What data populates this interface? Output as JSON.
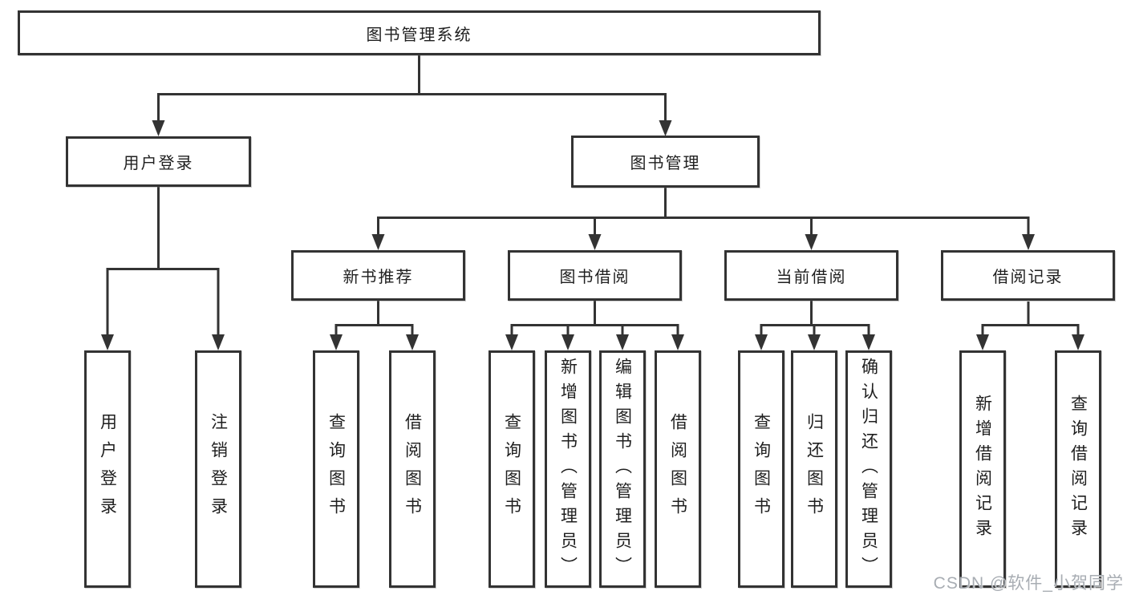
{
  "diagram": {
    "type": "hierarchy-tree",
    "tree": {
      "root": "图书管理系统",
      "branches": [
        {
          "label": "用户登录",
          "children": [
            "用户登录",
            "注销登录"
          ]
        },
        {
          "label": "图书管理",
          "children": [
            {
              "label": "新书推荐",
              "children": [
                "查询图书",
                "借阅图书"
              ]
            },
            {
              "label": "图书借阅",
              "children": [
                "查询图书",
                "新增图书（管理员）",
                "编辑图书（管理员）",
                "借阅图书"
              ]
            },
            {
              "label": "当前借阅",
              "children": [
                "查询图书",
                "归还图书",
                "确认归还（管理员）"
              ]
            },
            {
              "label": "借阅记录",
              "children": [
                "新增借阅记录",
                "查询借阅记录"
              ]
            }
          ]
        }
      ]
    }
  },
  "watermark": {
    "text": "CSDN @软件_小贺同学"
  },
  "colors": {
    "background": "#ffffff",
    "line": "#333333",
    "box_border": "#333333",
    "text": "#1f1f1f",
    "watermark": "#a8adb3"
  }
}
